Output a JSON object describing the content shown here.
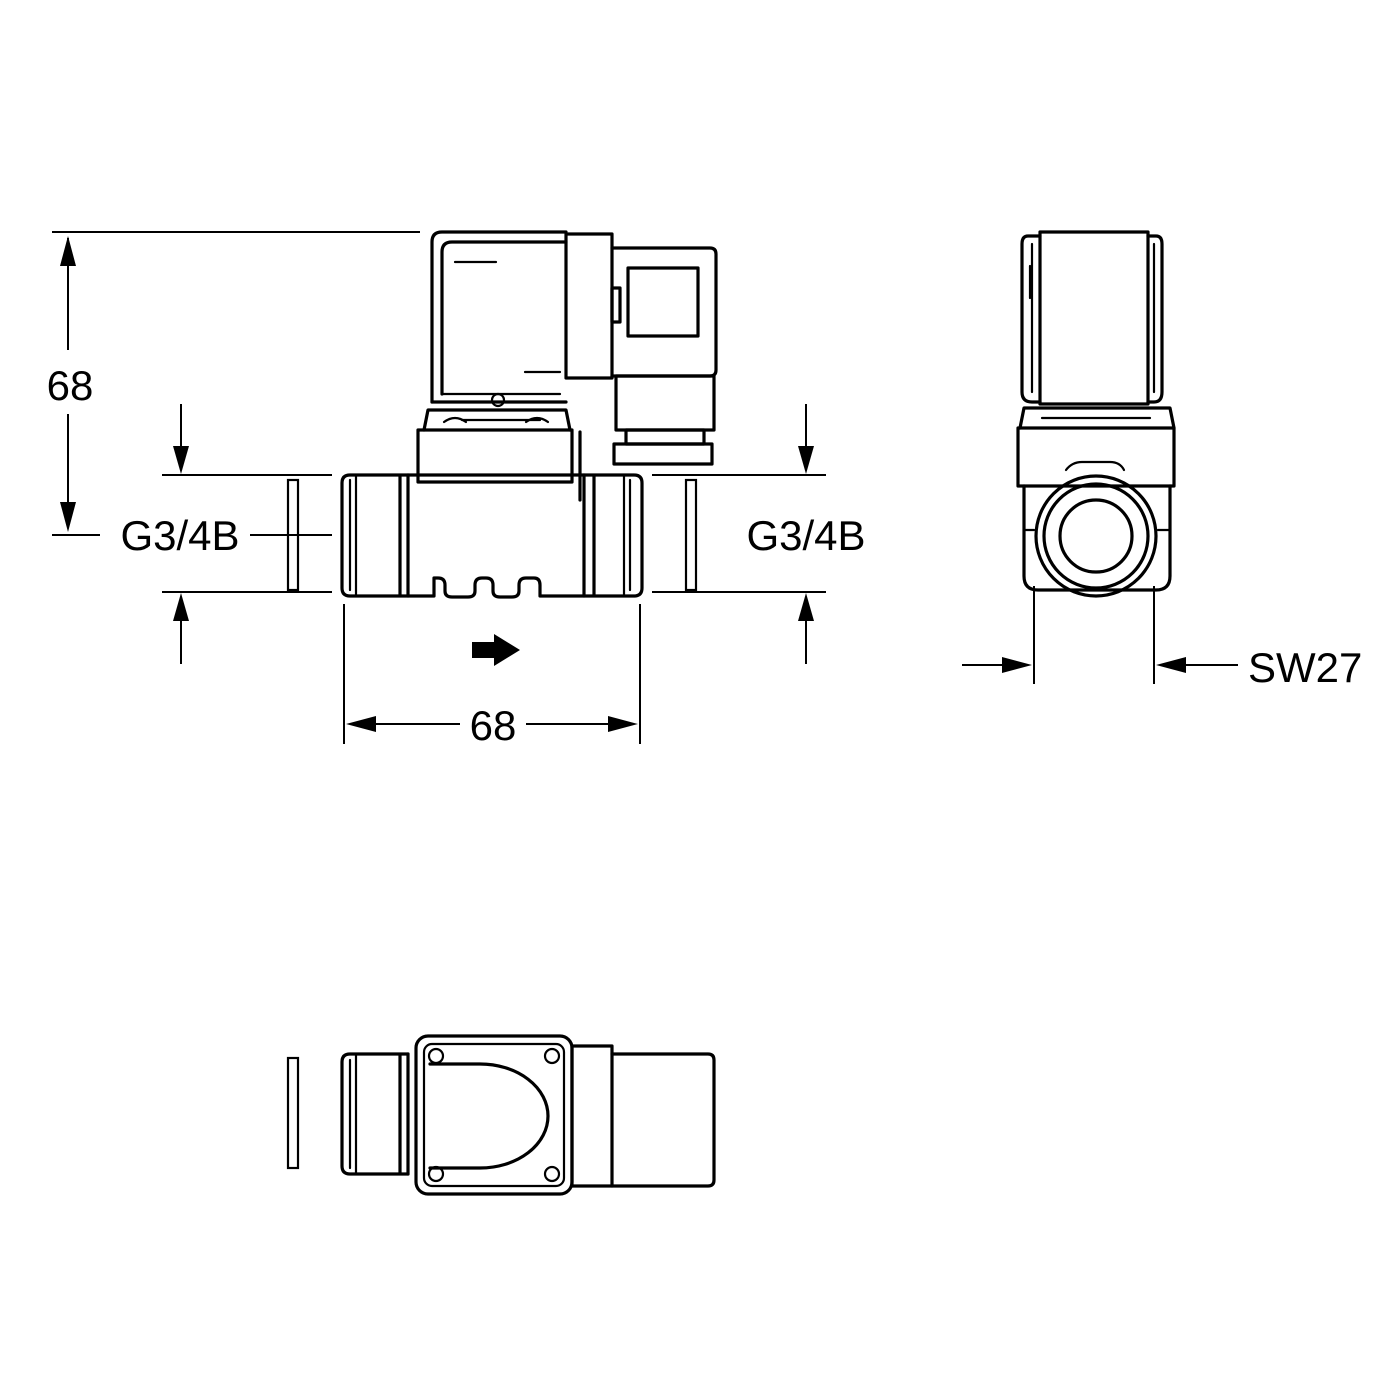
{
  "dimensions": {
    "height": "68",
    "length": "68",
    "thread_left": "G3/4B",
    "thread_right": "G3/4B",
    "wrench_size": "SW27"
  },
  "symbols": {
    "flow_direction": "arrow-right"
  }
}
